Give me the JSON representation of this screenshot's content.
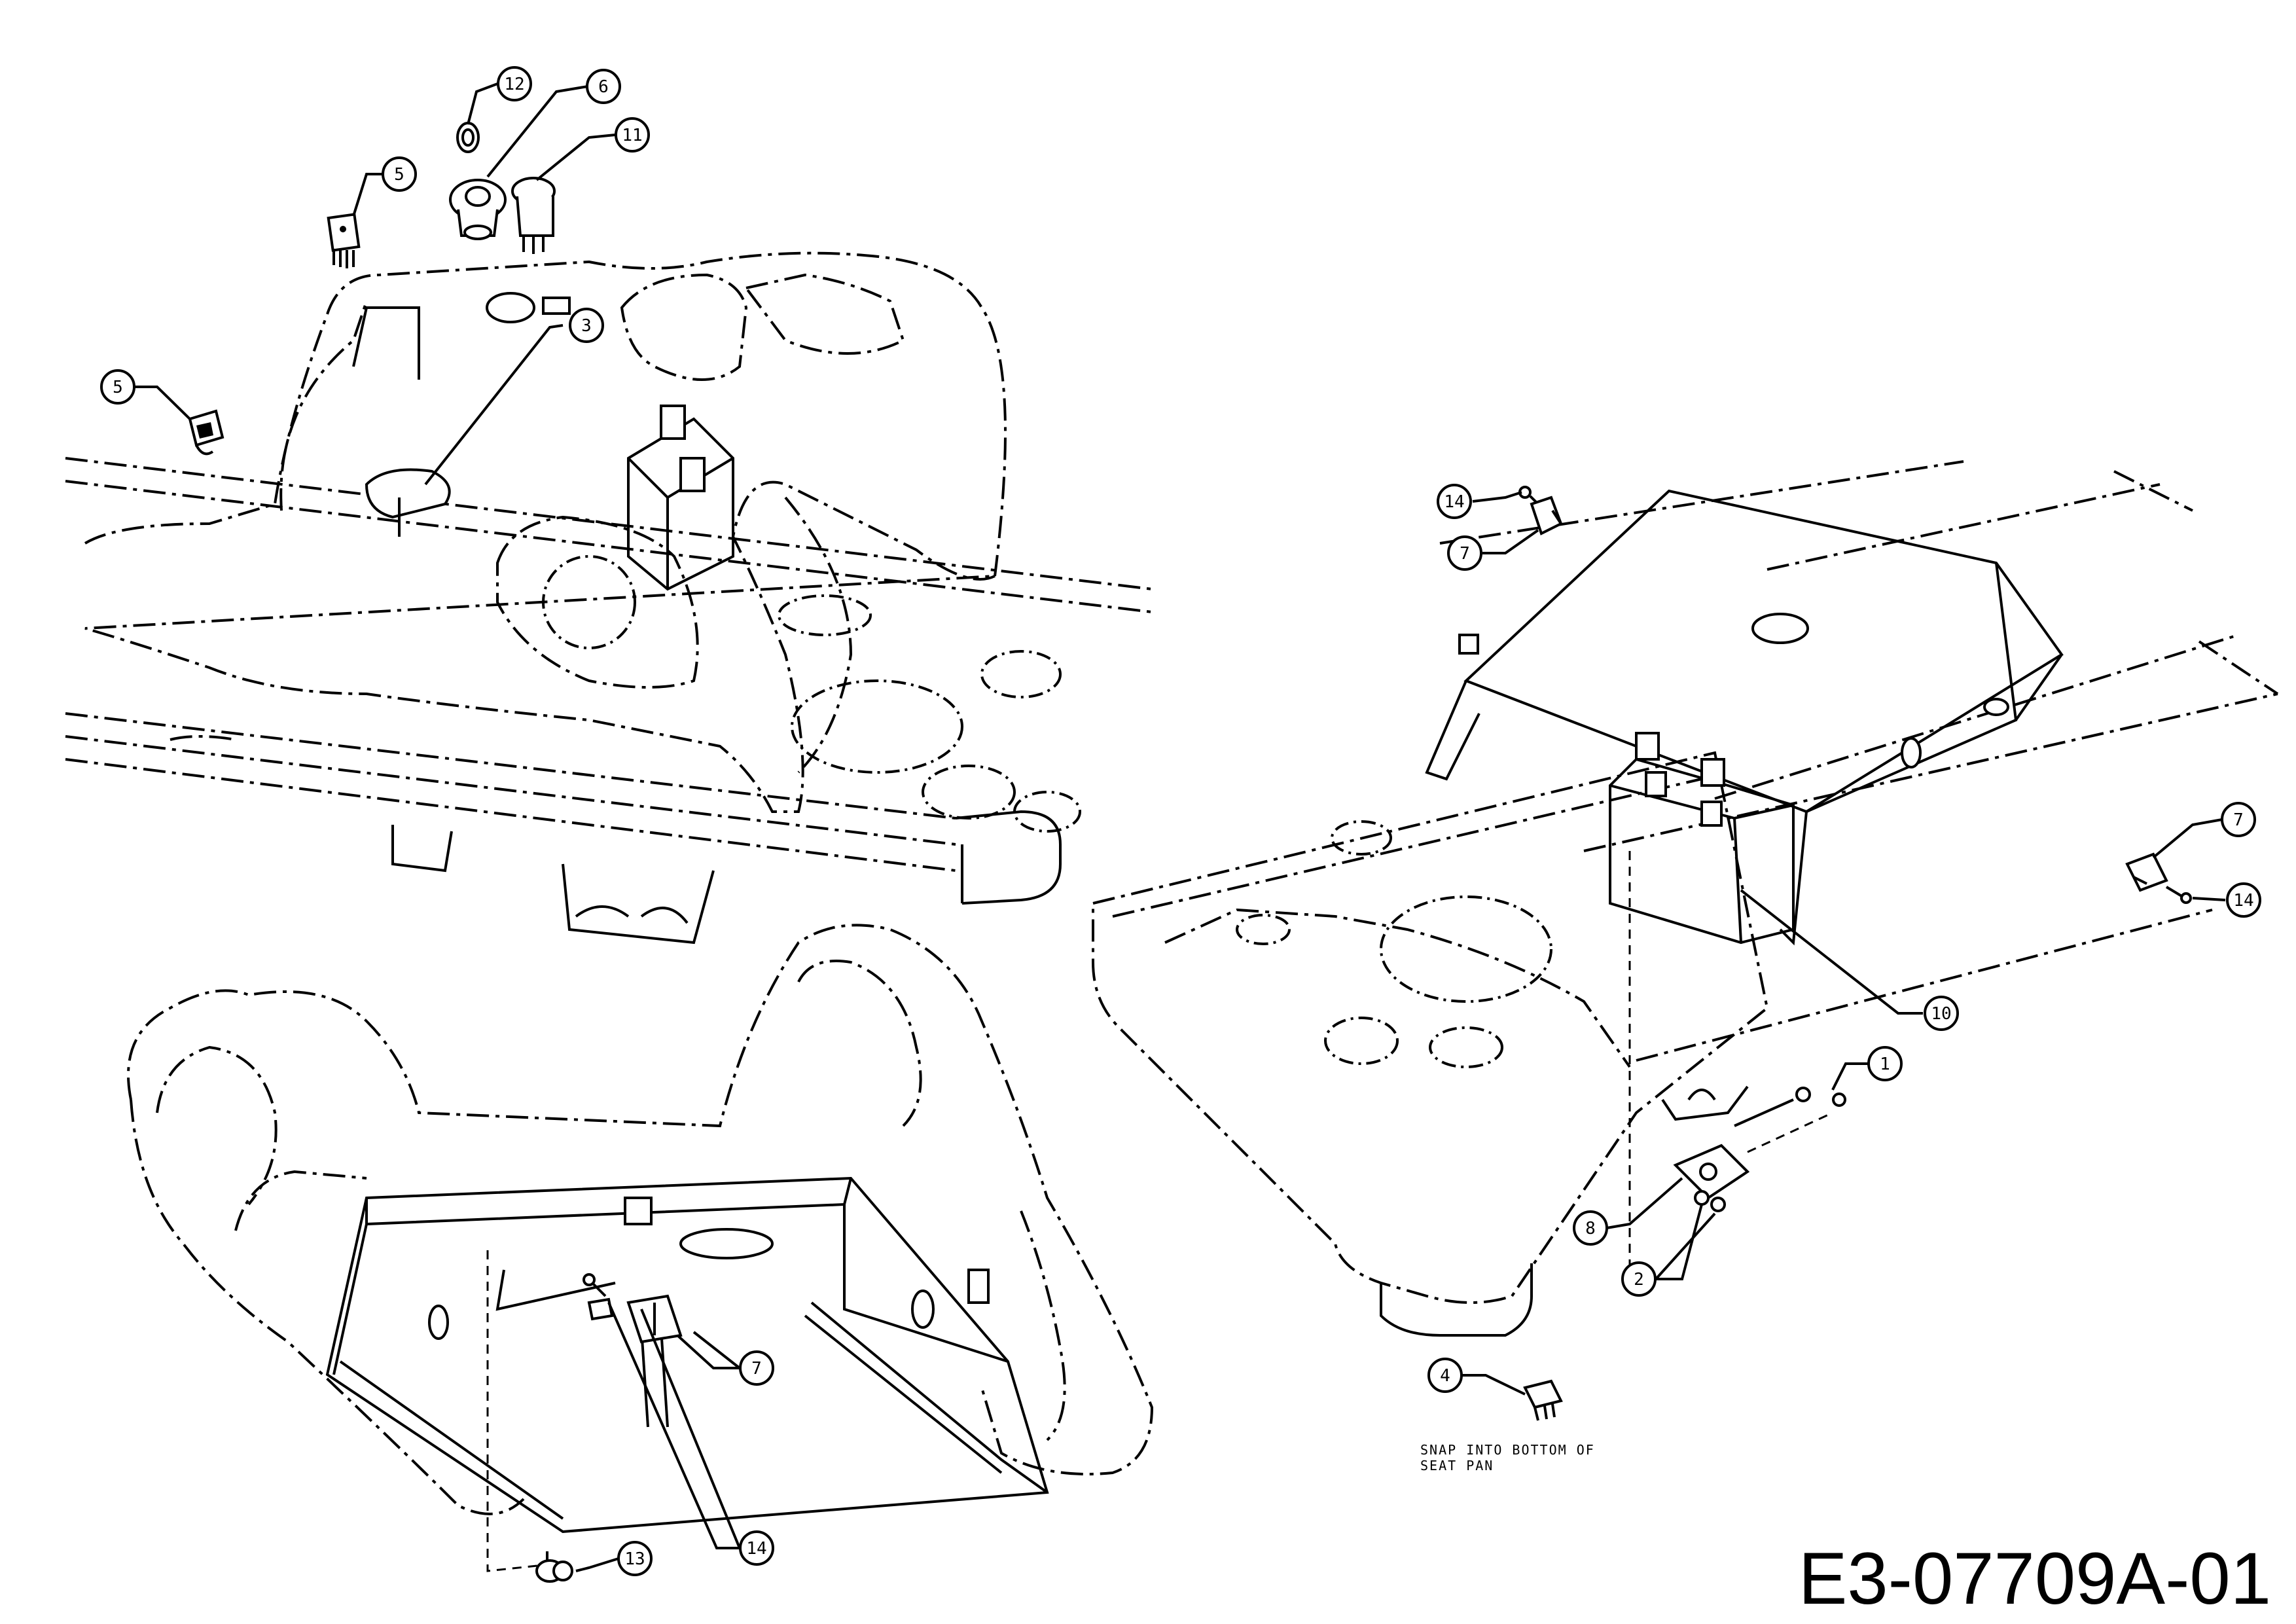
{
  "document_code": "E3-07709A-01",
  "note": {
    "line1": "SNAP INTO BOTTOM OF",
    "line2": "SEAT PAN"
  },
  "callouts": {
    "c12": "12",
    "c6": "6",
    "c11": "11",
    "c5a": "5",
    "c5b": "5",
    "c3": "3",
    "c14a": "14",
    "c7a": "7",
    "c7b": "7",
    "c14b": "14",
    "c10": "10",
    "c1": "1",
    "c8": "8",
    "c2": "2",
    "c4": "4",
    "c7c": "7",
    "c14c": "14",
    "c13": "13"
  }
}
